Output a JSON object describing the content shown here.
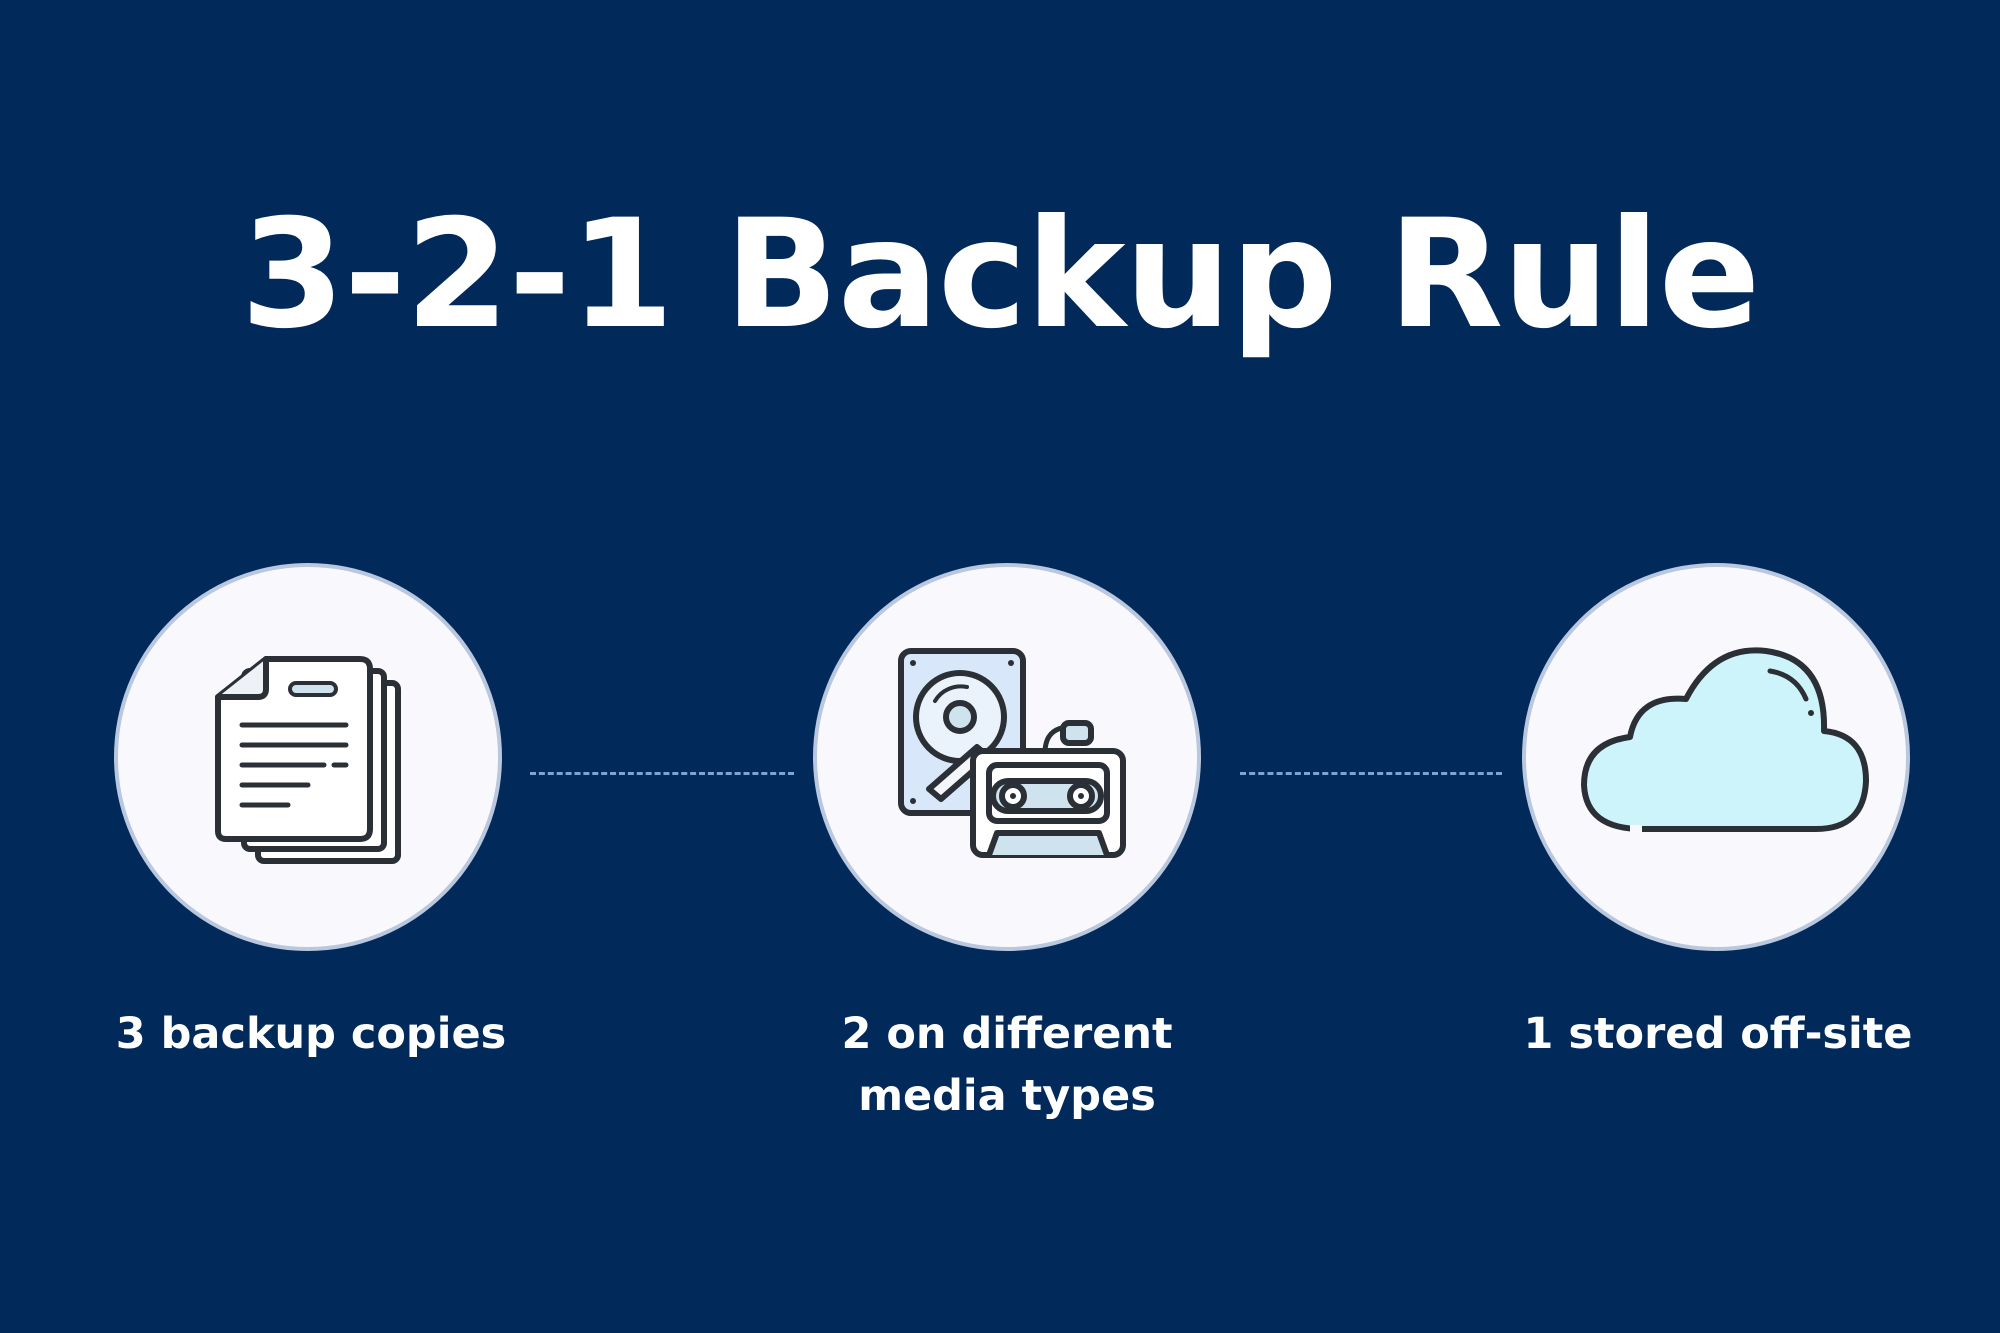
{
  "title": "3-2-1 Backup Rule",
  "steps": [
    {
      "icon": "documents-icon",
      "label": "3 backup copies"
    },
    {
      "icon": "hard-drive-cassette-icon",
      "label": "2 on different\nmedia types"
    },
    {
      "icon": "cloud-icon",
      "label": "1 stored off-site"
    }
  ],
  "colors": {
    "background": "#012a5a",
    "circle_fill": "#f9f9fd",
    "circle_border": "#b9c7df",
    "connector": "#7fa4cf",
    "icon_outline": "#2b2f36",
    "icon_accent": "#cbe9f6"
  }
}
